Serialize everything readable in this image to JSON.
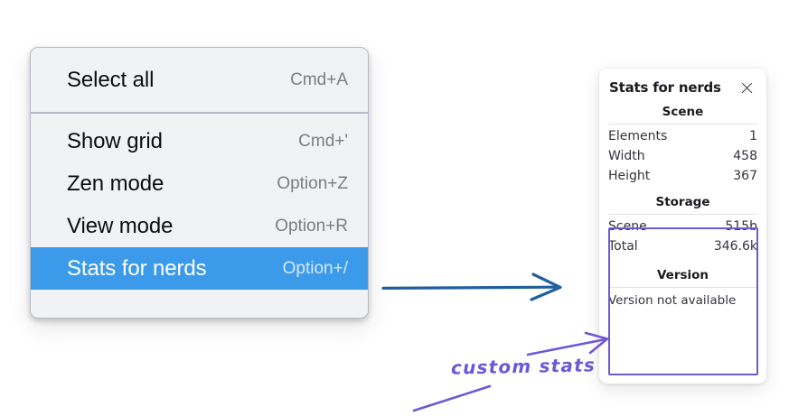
{
  "canvas": {
    "background": "#ffffff",
    "accent_blue": "#3b9ae9",
    "annotation_purple": "#6f58d6",
    "arrow_blue": "#1f5f9e"
  },
  "context_menu": {
    "groups": [
      {
        "items": [
          {
            "label": "Select all",
            "shortcut": "Cmd+A",
            "selected": false
          }
        ]
      },
      {
        "items": [
          {
            "label": "Show grid",
            "shortcut": "Cmd+'",
            "selected": false
          },
          {
            "label": "Zen mode",
            "shortcut": "Option+Z",
            "selected": false
          },
          {
            "label": "View mode",
            "shortcut": "Option+R",
            "selected": false
          },
          {
            "label": "Stats for nerds",
            "shortcut": "Option+/",
            "selected": true
          }
        ]
      }
    ]
  },
  "stats_panel": {
    "title": "Stats for nerds",
    "close_icon": "close-icon",
    "sections": [
      {
        "heading": "Scene",
        "rows": [
          {
            "label": "Elements",
            "value": "1"
          },
          {
            "label": "Width",
            "value": "458"
          },
          {
            "label": "Height",
            "value": "367"
          }
        ]
      },
      {
        "heading": "Storage",
        "rows": [
          {
            "label": "Scene",
            "value": "515b"
          },
          {
            "label": "Total",
            "value": "346.6k"
          }
        ]
      },
      {
        "heading": "Version",
        "text": "Version not available"
      }
    ]
  },
  "annotations": {
    "handwritten_label": "custom stats",
    "blue_arrow_name": "menu-to-panel-arrow",
    "purple_arrow_name": "custom-stats-pointer-arrow",
    "purple_rect_name": "custom-stats-highlight-box",
    "purple_stroke_name": "custom-stats-underline-stroke"
  }
}
